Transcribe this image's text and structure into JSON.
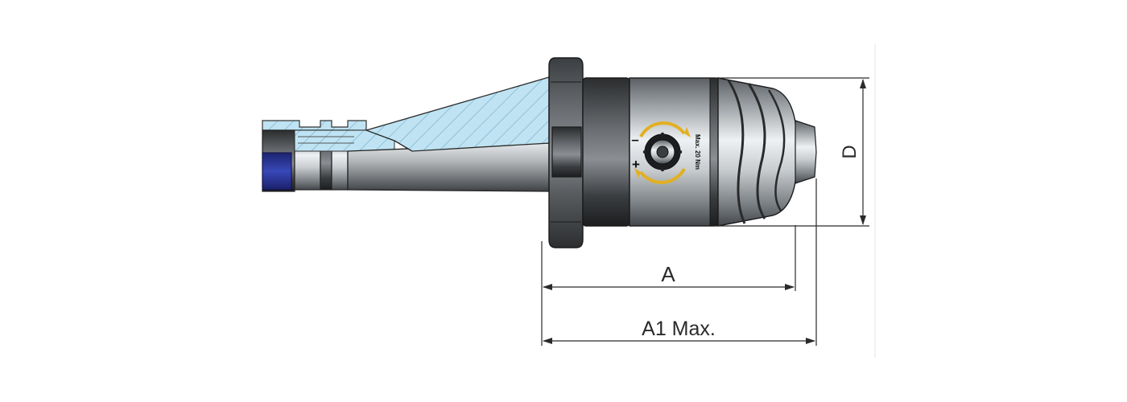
{
  "dimensions": {
    "a_label": "A",
    "a1_label": "A1 Max.",
    "d_label": "D"
  },
  "chuck": {
    "torque_label": "Max. 20 Nm",
    "minus_sign": "–",
    "plus_sign": "+"
  },
  "colors": {
    "section_fill": "#bfe3f2",
    "hatch": "#6aa6c8",
    "retention_band": "#27349a",
    "rotation_arrow": "#e2b021",
    "steel_dark": "#4a4e52",
    "steel_light": "#e9ecee"
  }
}
